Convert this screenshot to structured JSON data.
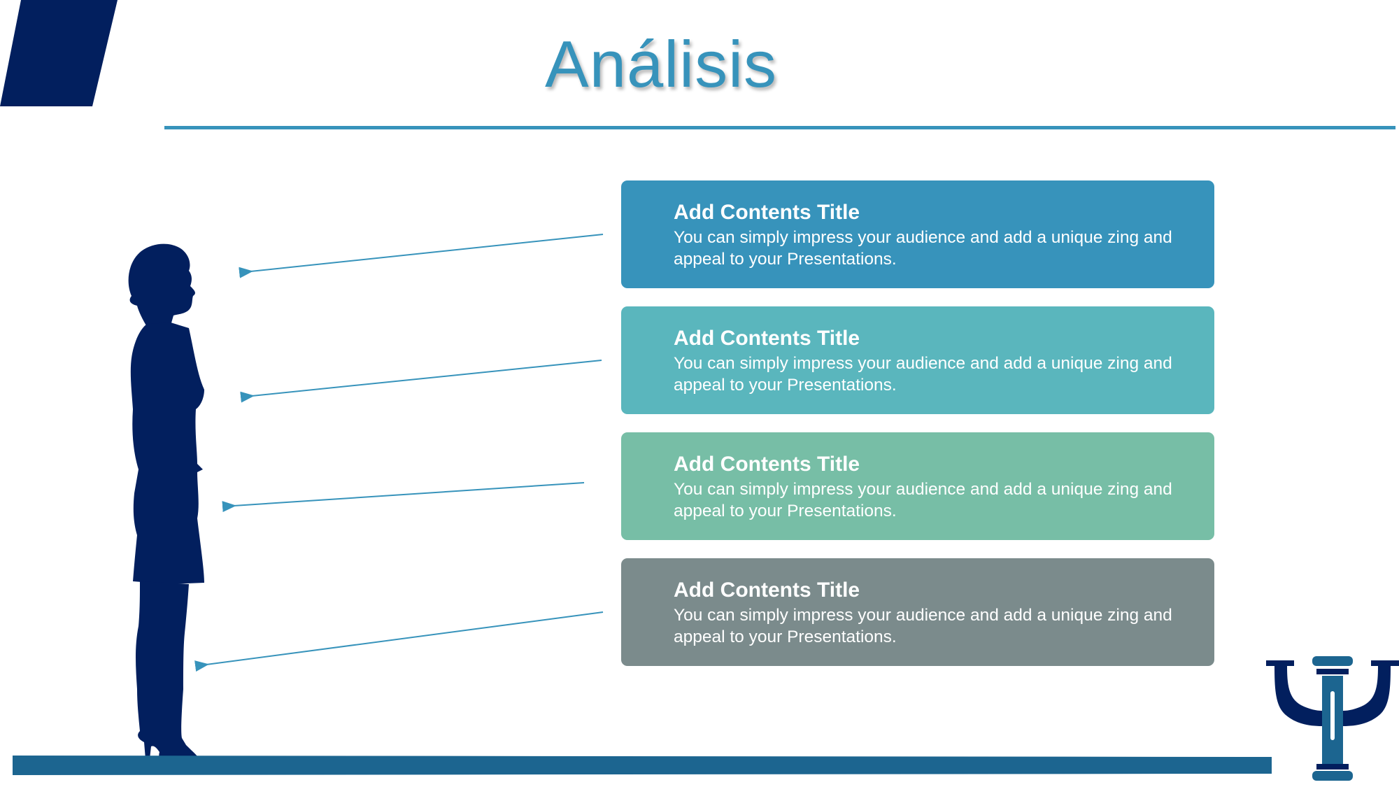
{
  "slide": {
    "title": "Análisis"
  },
  "colors": {
    "navy": "#021f5e",
    "title_blue": "#3793bb",
    "floor": "#1c6590"
  },
  "boxes": [
    {
      "title": "Add Contents Title",
      "text": "You can simply impress your audience and add a unique zing and appeal to your Presentations.",
      "color": "#3793bb"
    },
    {
      "title": "Add Contents Title",
      "text": "You can simply impress your audience and add a unique zing and appeal to your Presentations.",
      "color": "#5ab6bd"
    },
    {
      "title": "Add Contents Title",
      "text": "You can simply impress your audience and add a unique zing and appeal to your Presentations.",
      "color": "#77bea6"
    },
    {
      "title": "Add Contents Title",
      "text": "You can simply impress your audience and add a unique zing and appeal to your Presentations.",
      "color": "#7b8b8c"
    }
  ],
  "icons": [
    "woman-silhouette-icon",
    "psi-logo-icon"
  ]
}
